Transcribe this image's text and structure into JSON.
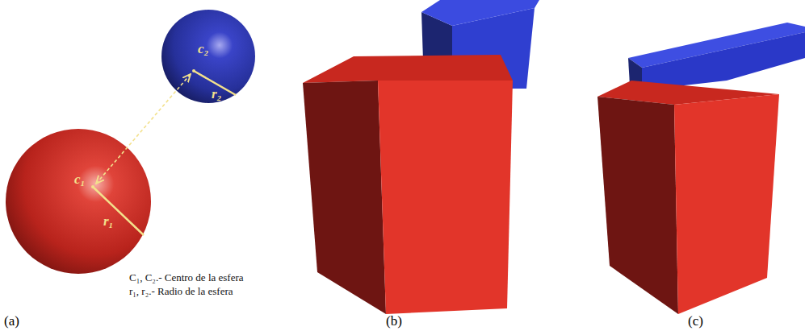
{
  "diagram": {
    "labels": [
      "c₂",
      "r₂",
      "c₁",
      "r₁",
      "C₁, C₂.- Centro de la esfera",
      "r₁, r₂.- Radio de la esfera",
      "(a)",
      "(b)",
      "(c)"
    ]
  }
}
